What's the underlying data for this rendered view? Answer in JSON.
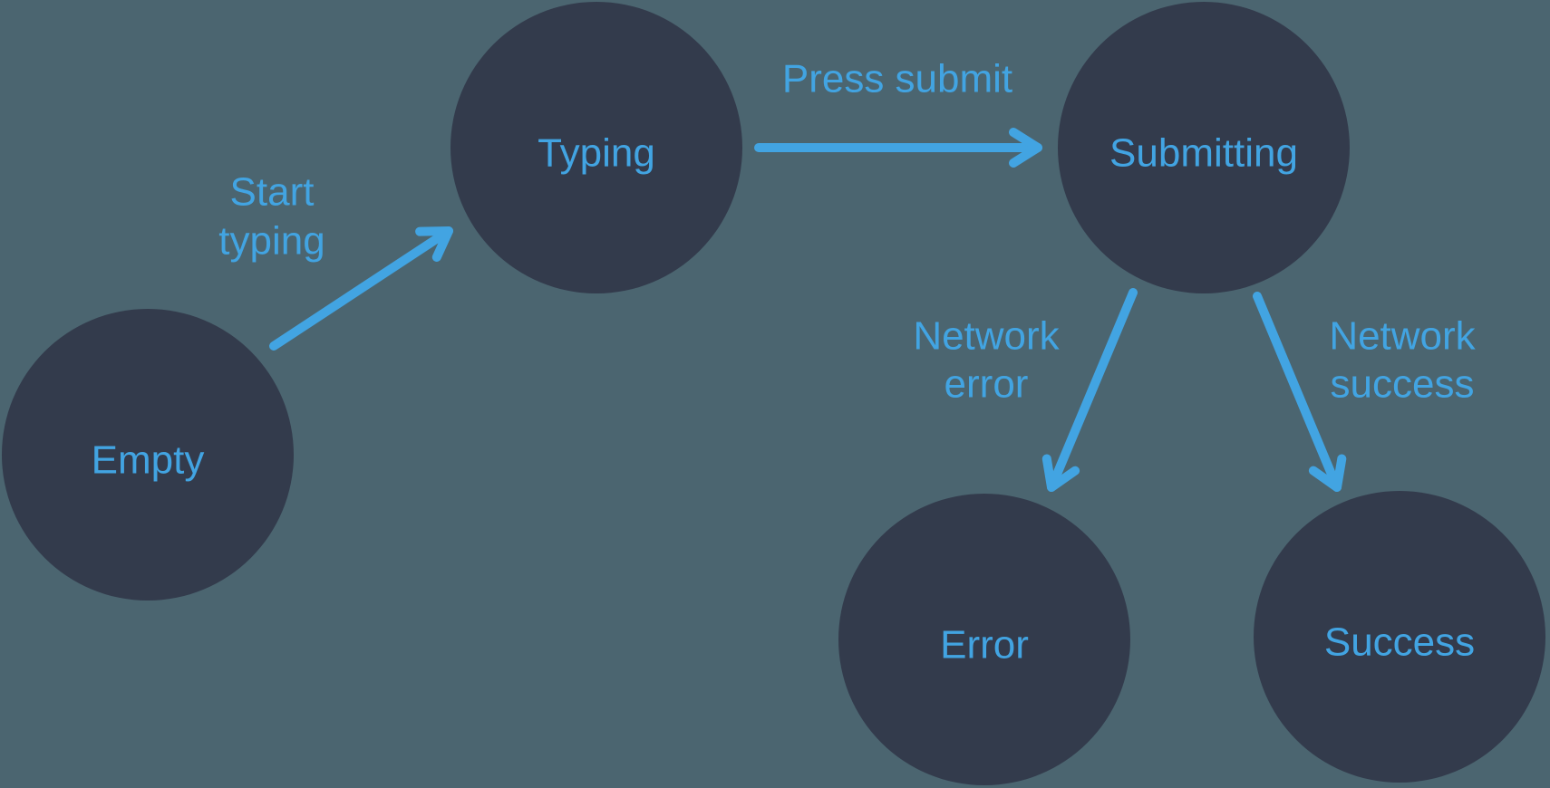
{
  "diagram": {
    "type": "state-machine",
    "nodes": [
      {
        "id": "empty",
        "label": "Empty"
      },
      {
        "id": "typing",
        "label": "Typing"
      },
      {
        "id": "submitting",
        "label": "Submitting"
      },
      {
        "id": "error",
        "label": "Error"
      },
      {
        "id": "success",
        "label": "Success"
      }
    ],
    "edges": [
      {
        "from": "empty",
        "to": "typing",
        "label": "Start typing",
        "lines": [
          "Start",
          "typing"
        ]
      },
      {
        "from": "typing",
        "to": "submitting",
        "label": "Press submit",
        "lines": [
          "Press submit"
        ]
      },
      {
        "from": "submitting",
        "to": "error",
        "label": "Network error",
        "lines": [
          "Network",
          "error"
        ]
      },
      {
        "from": "submitting",
        "to": "success",
        "label": "Network success",
        "lines": [
          "Network",
          "success"
        ]
      }
    ]
  },
  "colors": {
    "background": "#4b6570",
    "node_fill": "#333b4c",
    "accent": "#42a4e2"
  }
}
